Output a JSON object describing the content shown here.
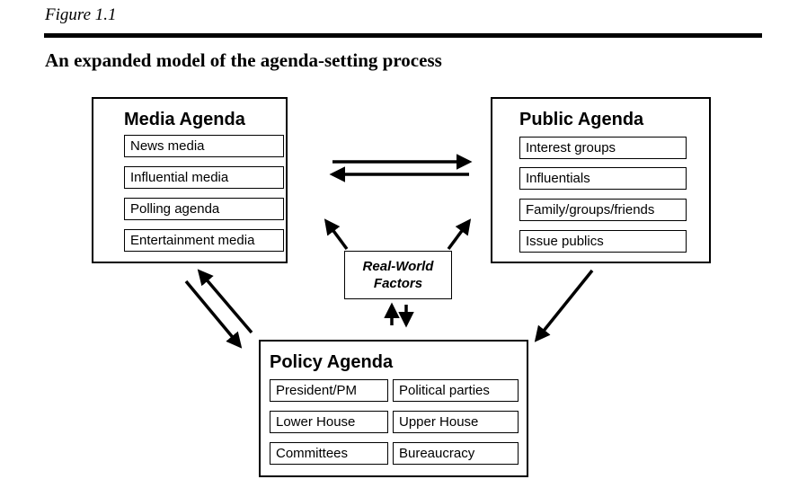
{
  "figure_label": "Figure 1.1",
  "title": "An expanded model of the agenda-setting process",
  "media_agenda": {
    "title": "Media Agenda",
    "items": [
      "News media",
      "Influential media",
      "Polling agenda",
      "Entertainment media"
    ]
  },
  "public_agenda": {
    "title": "Public Agenda",
    "items": [
      "Interest groups",
      "Influentials",
      "Family/groups/friends",
      "Issue publics"
    ]
  },
  "policy_agenda": {
    "title": "Policy Agenda",
    "items": [
      "President/PM",
      "Political parties",
      "Lower House",
      "Upper House",
      "Committees",
      "Bureaucracy"
    ]
  },
  "real_world": {
    "line1": "Real-World",
    "line2": "Factors"
  }
}
